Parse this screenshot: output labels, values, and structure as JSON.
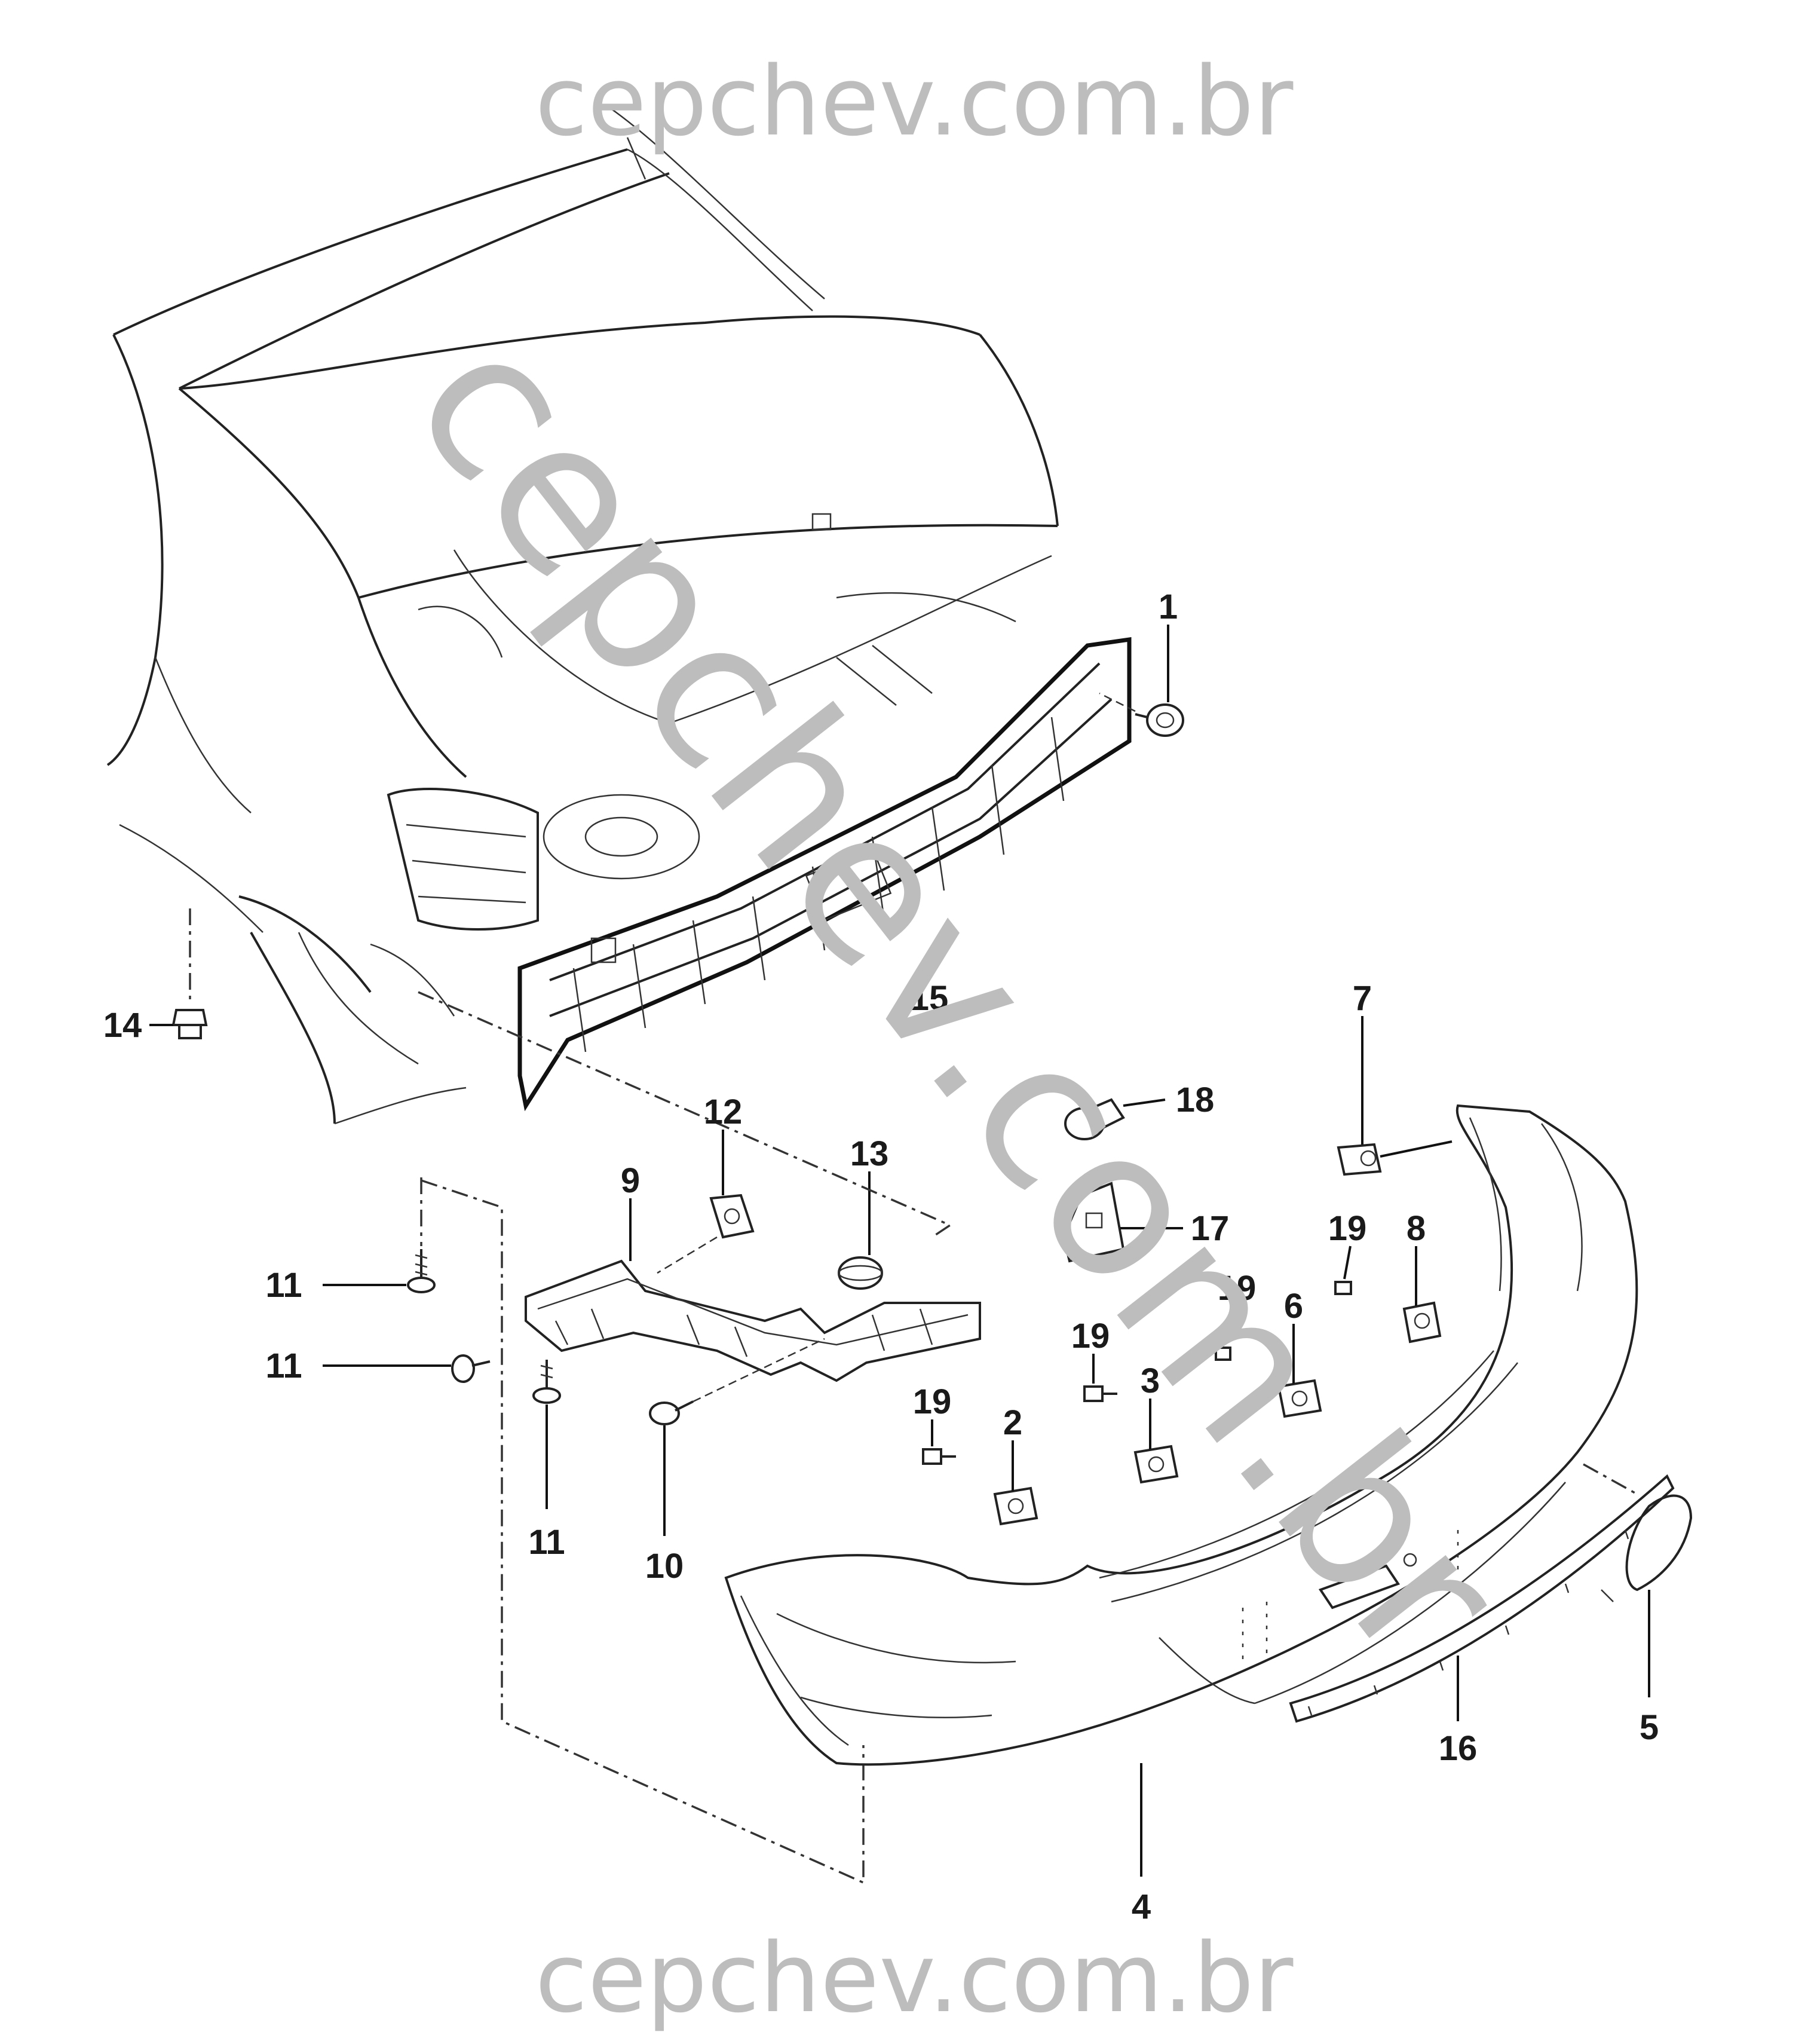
{
  "watermarks": {
    "top": "cepchev.com.br",
    "bottom": "cepchev.com.br",
    "diagonal": "cepchev.com.br"
  },
  "callouts": {
    "p1": "1",
    "p2": "2",
    "p3": "3",
    "p4": "4",
    "p5": "5",
    "p6": "6",
    "p7": "7",
    "p8": "8",
    "p9": "9",
    "p10": "10",
    "p11a": "11",
    "p11b": "11",
    "p11c": "11",
    "p12": "12",
    "p13": "13",
    "p14": "14",
    "p15": "15",
    "p16": "16",
    "p17": "17",
    "p18": "18",
    "p19a": "19",
    "p19b": "19",
    "p19c": "19",
    "p19d": "19"
  },
  "colors": {
    "watermark": "#bdbdbd",
    "linework": "#222222",
    "labels": "#1a1a1a",
    "background": "#ffffff"
  }
}
